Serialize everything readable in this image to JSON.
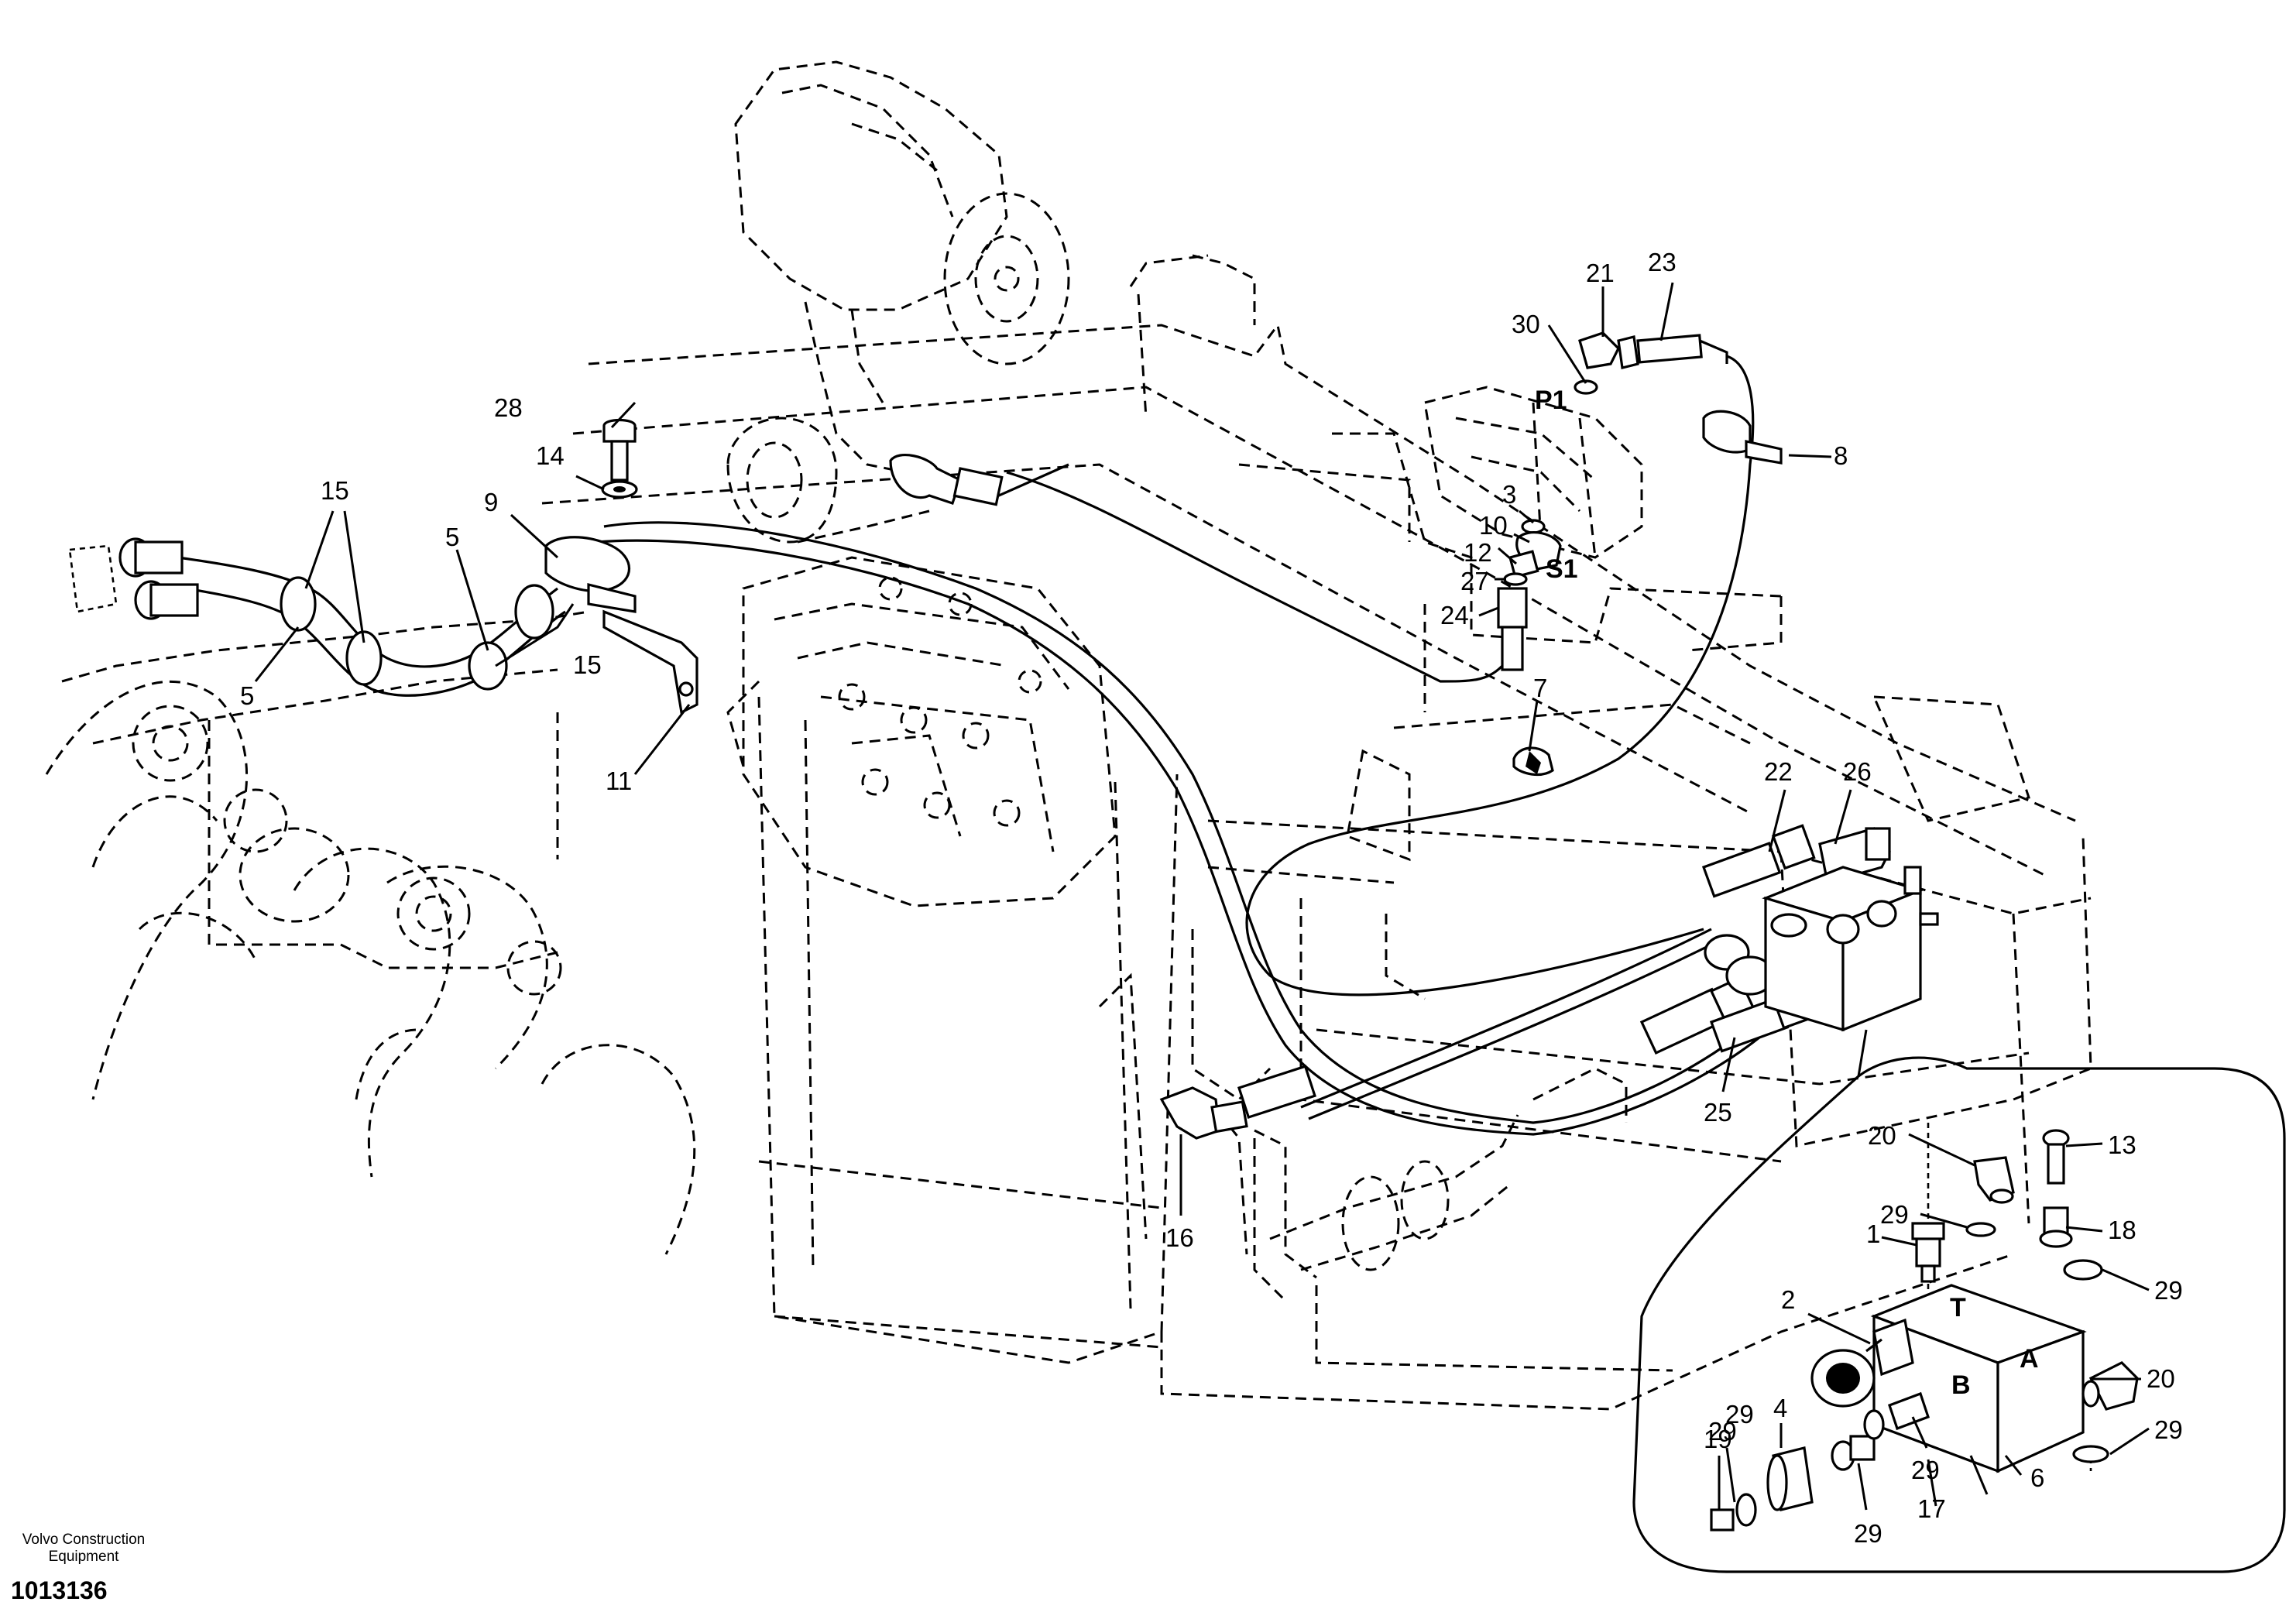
{
  "brand": {
    "line1": "Volvo Construction",
    "line2": "Equipment"
  },
  "document_number": "1013136",
  "port_marks": {
    "p1": "P1",
    "s1": "S1",
    "t": "T",
    "a": "A",
    "b": "B"
  },
  "callouts": [
    {
      "id": "c1",
      "label": "1"
    },
    {
      "id": "c2",
      "label": "2"
    },
    {
      "id": "c3",
      "label": "3"
    },
    {
      "id": "c4",
      "label": "4"
    },
    {
      "id": "c5a",
      "label": "5"
    },
    {
      "id": "c5b",
      "label": "5"
    },
    {
      "id": "c6",
      "label": "6"
    },
    {
      "id": "c7",
      "label": "7"
    },
    {
      "id": "c8",
      "label": "8"
    },
    {
      "id": "c9",
      "label": "9"
    },
    {
      "id": "c10",
      "label": "10"
    },
    {
      "id": "c11",
      "label": "11"
    },
    {
      "id": "c12",
      "label": "12"
    },
    {
      "id": "c13",
      "label": "13"
    },
    {
      "id": "c14",
      "label": "14"
    },
    {
      "id": "c15a",
      "label": "15"
    },
    {
      "id": "c15b",
      "label": "15"
    },
    {
      "id": "c16",
      "label": "16"
    },
    {
      "id": "c17",
      "label": "17"
    },
    {
      "id": "c18",
      "label": "18"
    },
    {
      "id": "c19",
      "label": "19"
    },
    {
      "id": "c20a",
      "label": "20"
    },
    {
      "id": "c20b",
      "label": "20"
    },
    {
      "id": "c21",
      "label": "21"
    },
    {
      "id": "c22",
      "label": "22"
    },
    {
      "id": "c23",
      "label": "23"
    },
    {
      "id": "c24",
      "label": "24"
    },
    {
      "id": "c25",
      "label": "25"
    },
    {
      "id": "c26",
      "label": "26"
    },
    {
      "id": "c27",
      "label": "27"
    },
    {
      "id": "c28",
      "label": "28"
    },
    {
      "id": "c29a",
      "label": "29"
    },
    {
      "id": "c29b",
      "label": "29"
    },
    {
      "id": "c29c",
      "label": "29"
    },
    {
      "id": "c29d",
      "label": "29"
    },
    {
      "id": "c29e",
      "label": "29"
    },
    {
      "id": "c29f",
      "label": "29"
    },
    {
      "id": "c29g",
      "label": "29"
    },
    {
      "id": "c30",
      "label": "30"
    }
  ]
}
